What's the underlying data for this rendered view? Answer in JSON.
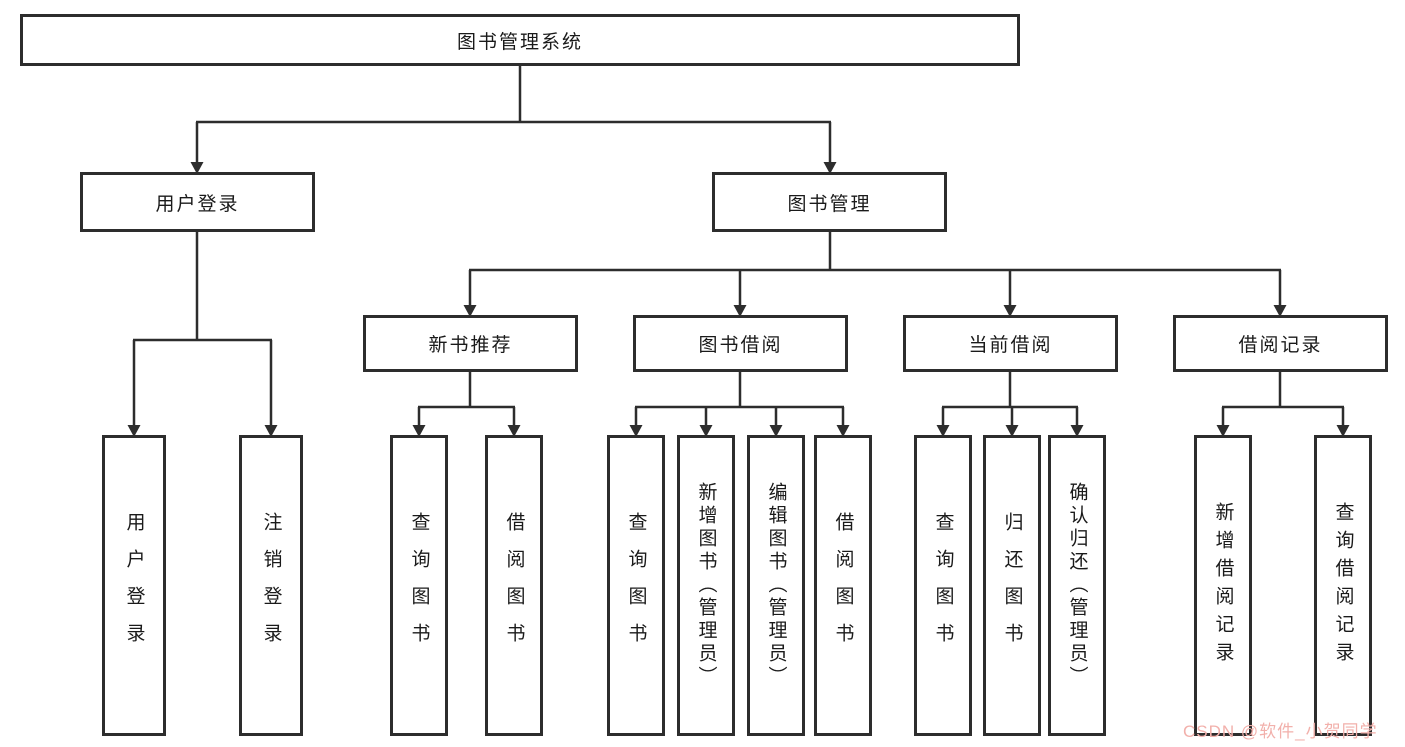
{
  "diagram": {
    "root": {
      "label": "图书管理系统"
    },
    "user_login": {
      "label": "用户登录",
      "children": [
        {
          "label": "用户登录"
        },
        {
          "label": "注销登录"
        }
      ]
    },
    "book_mgmt": {
      "label": "图书管理",
      "groups": [
        {
          "label": "新书推荐",
          "children": [
            {
              "label": "查询图书"
            },
            {
              "label": "借阅图书"
            }
          ]
        },
        {
          "label": "图书借阅",
          "children": [
            {
              "label": "查询图书"
            },
            {
              "label": "新增图书（管理员）"
            },
            {
              "label": "编辑图书（管理员）"
            },
            {
              "label": "借阅图书"
            }
          ]
        },
        {
          "label": "当前借阅",
          "children": [
            {
              "label": "查询图书"
            },
            {
              "label": "归还图书"
            },
            {
              "label": "确认归还（管理员）"
            }
          ]
        },
        {
          "label": "借阅记录",
          "children": [
            {
              "label": "新增借阅记录"
            },
            {
              "label": "查询借阅记录"
            }
          ]
        }
      ]
    }
  },
  "colors": {
    "line": "#2d2d2d",
    "box_border": "#2d2d2d",
    "text": "#1a1a1a",
    "watermark": "#f2b0ab"
  },
  "watermark": {
    "text": "CSDN @软件_小贺同学"
  }
}
